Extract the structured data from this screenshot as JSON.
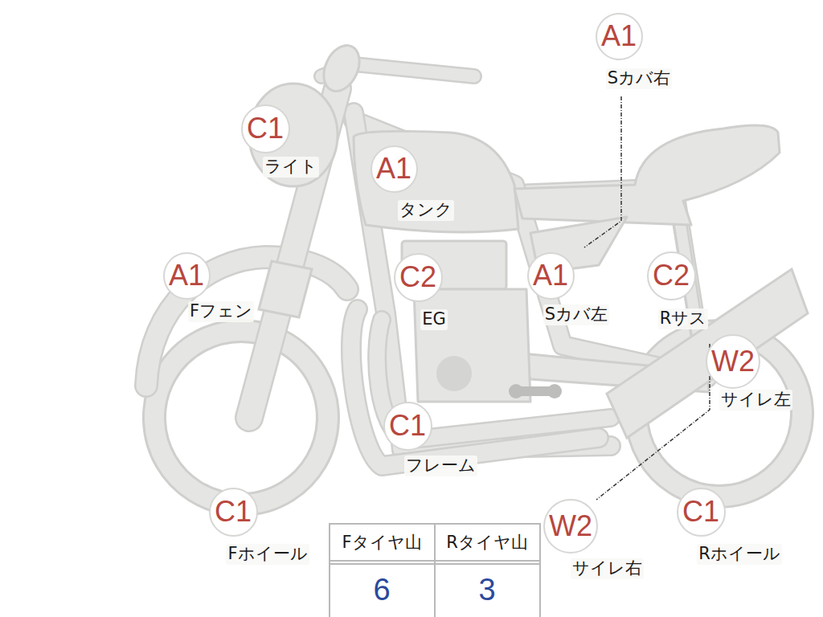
{
  "diagram": {
    "nodes": [
      {
        "text": [
          "A1",
          "Sカバ右"
        ]
      },
      {
        "text": [
          "C1",
          "ライト"
        ]
      },
      {
        "text": [
          "A1",
          "タンク"
        ]
      },
      {
        "text": [
          "A1",
          "Fフェン"
        ]
      },
      {
        "text": [
          "C2",
          "EG"
        ]
      },
      {
        "text": [
          "A1",
          "Sカバ左"
        ]
      },
      {
        "text": [
          "C2",
          "Rサス"
        ]
      },
      {
        "text": [
          "W2",
          "サイレ左"
        ]
      },
      {
        "text": [
          "C1",
          "フレーム"
        ]
      },
      {
        "text": [
          "C1",
          "Fホイール"
        ]
      },
      {
        "text": [
          "W2",
          "サイレ右"
        ]
      },
      {
        "text": [
          "C1",
          "Rホイール"
        ]
      }
    ],
    "labels": [
      "Fタイヤ山",
      "Rタイヤ山",
      "6",
      "3"
    ]
  }
}
